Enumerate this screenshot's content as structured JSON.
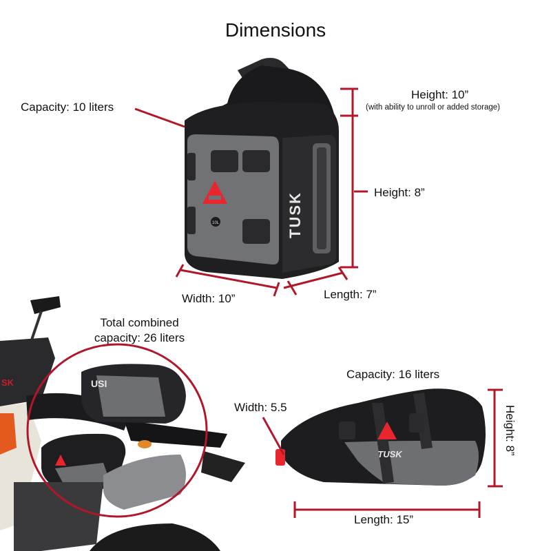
{
  "title": "Dimensions",
  "top_bag": {
    "capacity": "Capacity: 10 liters",
    "height_rolled": "Height: 10”",
    "height_note": "(with ability to unroll or added storage)",
    "height": "Height: 8”",
    "width": "Width: 10”",
    "length": "Length: 7”",
    "brand": "TUSK",
    "size_badge": "10L"
  },
  "combined": {
    "line1": "Total combined",
    "line2": "capacity: 26 liters"
  },
  "side_bag": {
    "capacity": "Capacity: 16 liters",
    "width": "Width: 5.5",
    "height": "Height: 8”",
    "length": "Length: 15”",
    "brand": "TUSK"
  },
  "colors": {
    "accent": "#b0182a",
    "bag_black": "#1c1c1e",
    "bag_gray": "#6e6f73",
    "logo_red": "#e8262d"
  }
}
